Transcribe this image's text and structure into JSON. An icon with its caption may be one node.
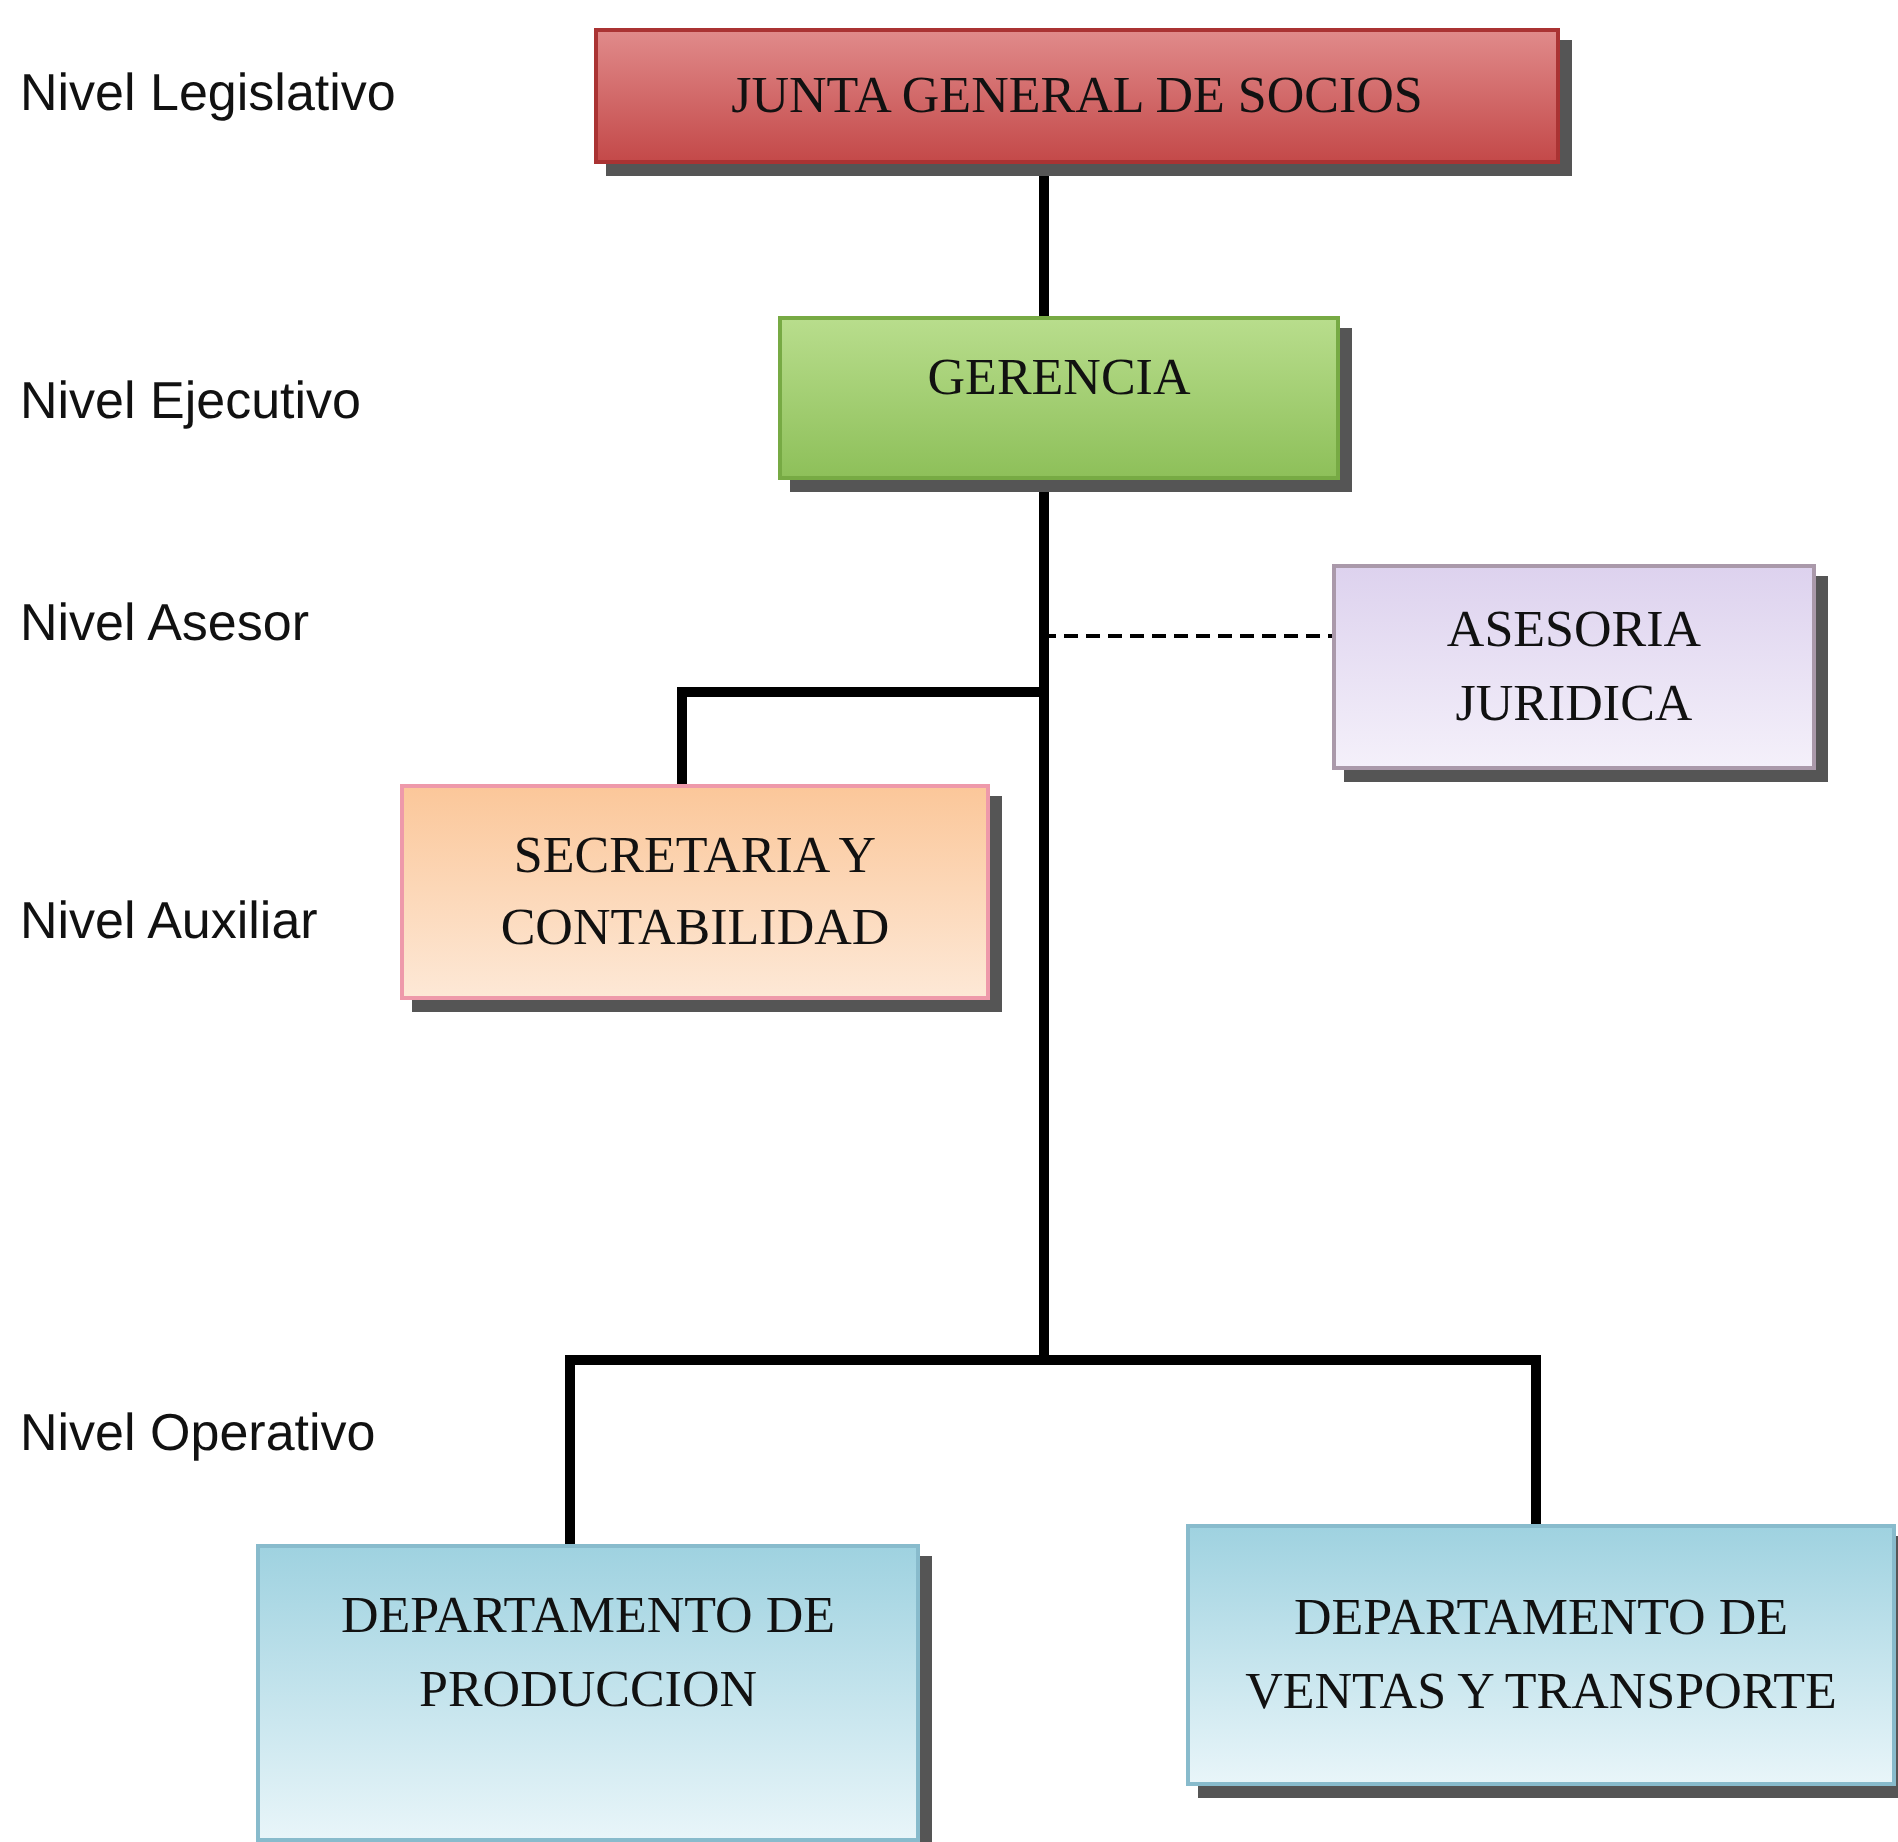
{
  "diagram": {
    "nodes": [
      {
        "text": [
          "JUNTA GENERAL DE SOCIOS"
        ]
      },
      {
        "text": [
          "GERENCIA"
        ]
      },
      {
        "text": [
          "ASESORIA JURIDICA"
        ]
      },
      {
        "text": [
          "SECRETARIA Y CONTABILIDAD"
        ]
      },
      {
        "text": [
          "DEPARTAMENTO DE PRODUCCION"
        ]
      },
      {
        "text": [
          "DEPARTAMENTO DE VENTAS Y TRANSPORTE"
        ]
      }
    ],
    "edges": [
      {
        "from": 0,
        "to": 1,
        "arrow": "none"
      },
      {
        "from": 1,
        "to": 2,
        "arrow": "none",
        "style": "dashed"
      },
      {
        "from": 1,
        "to": 3,
        "arrow": "none"
      },
      {
        "from": 1,
        "to": 4,
        "arrow": "none"
      },
      {
        "from": 1,
        "to": 5,
        "arrow": "none"
      }
    ],
    "labels": [
      "Nivel Legislativo",
      "Nivel Ejecutivo",
      "Nivel Asesor",
      "Nivel Auxiliar",
      "Nivel Operativo"
    ]
  }
}
